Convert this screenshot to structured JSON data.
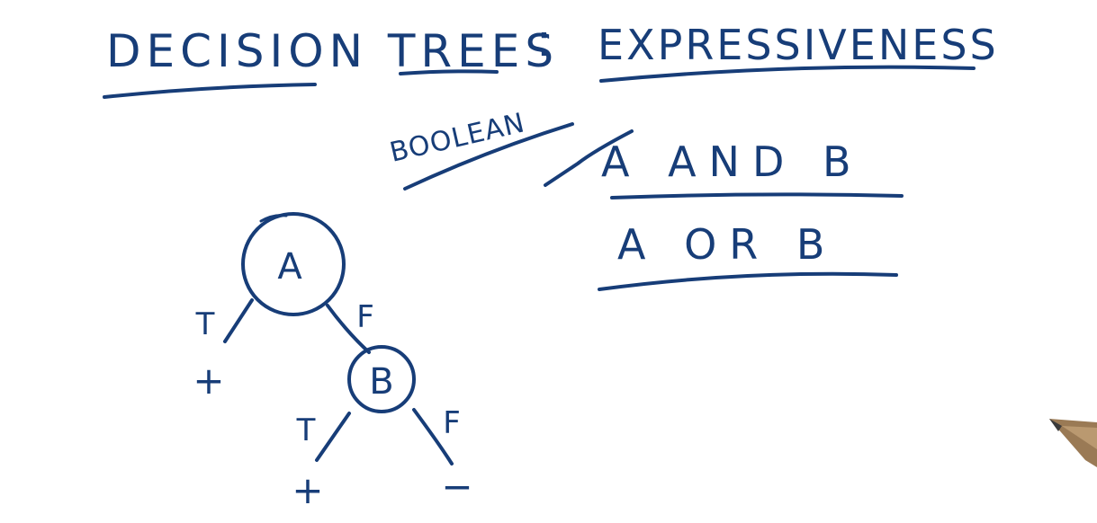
{
  "title": {
    "left": "DECISION TREES",
    "separator": ":",
    "right": "EXPRESSIVENESS"
  },
  "boolean_label": "BOOLEAN",
  "expressions": [
    {
      "text": "A AND B",
      "checked": true
    },
    {
      "text": "A OR B",
      "checked": false
    }
  ],
  "tree": {
    "root": {
      "label": "A"
    },
    "root_true_edge": "T",
    "root_false_edge": "F",
    "root_true_leaf": "+",
    "child": {
      "label": "B"
    },
    "child_true_edge": "T",
    "child_false_edge": "F",
    "child_true_leaf": "+",
    "child_false_leaf": "−"
  },
  "colors": {
    "ink": "#173d78",
    "background": "#ffffff"
  }
}
